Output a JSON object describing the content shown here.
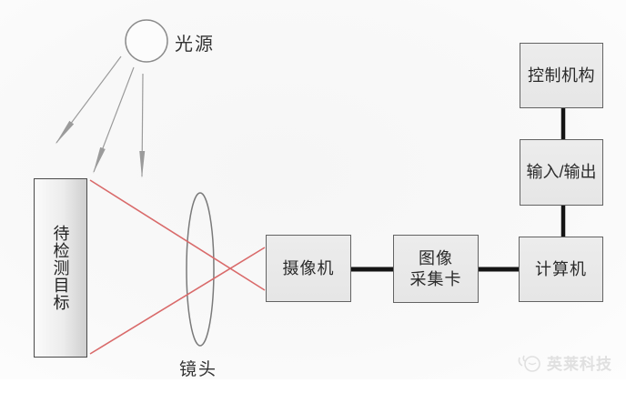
{
  "diagram": {
    "description": "Machine vision inspection system schematic",
    "nodes": {
      "light_source": "光源",
      "target": "待检测目标",
      "lens": "镜头",
      "camera": "摄像机",
      "capture_card_line1": "图像",
      "capture_card_line2": "采集卡",
      "computer": "计算机",
      "io": "输入/输出",
      "controller": "控制机构"
    },
    "edges": [
      {
        "from": "light_source",
        "to": "target",
        "style": "thin-gray-arrows"
      },
      {
        "from": "target",
        "to": "camera",
        "style": "red-crossing-rays-through-lens"
      },
      {
        "from": "camera",
        "to": "capture_card",
        "style": "thick-black"
      },
      {
        "from": "capture_card",
        "to": "computer",
        "style": "thick-black"
      },
      {
        "from": "computer",
        "to": "io",
        "style": "thick-black"
      },
      {
        "from": "io",
        "to": "controller",
        "style": "thick-black"
      }
    ],
    "colors": {
      "ray_red": "#d96a6a",
      "arrow_gray": "#9b9b9b",
      "connector_black": "#151515",
      "box_fill": "#e9e9e9",
      "box_border": "#636363",
      "watermark_gray": "#e0e0e0"
    }
  },
  "watermark": {
    "brand": "英莱科技"
  }
}
